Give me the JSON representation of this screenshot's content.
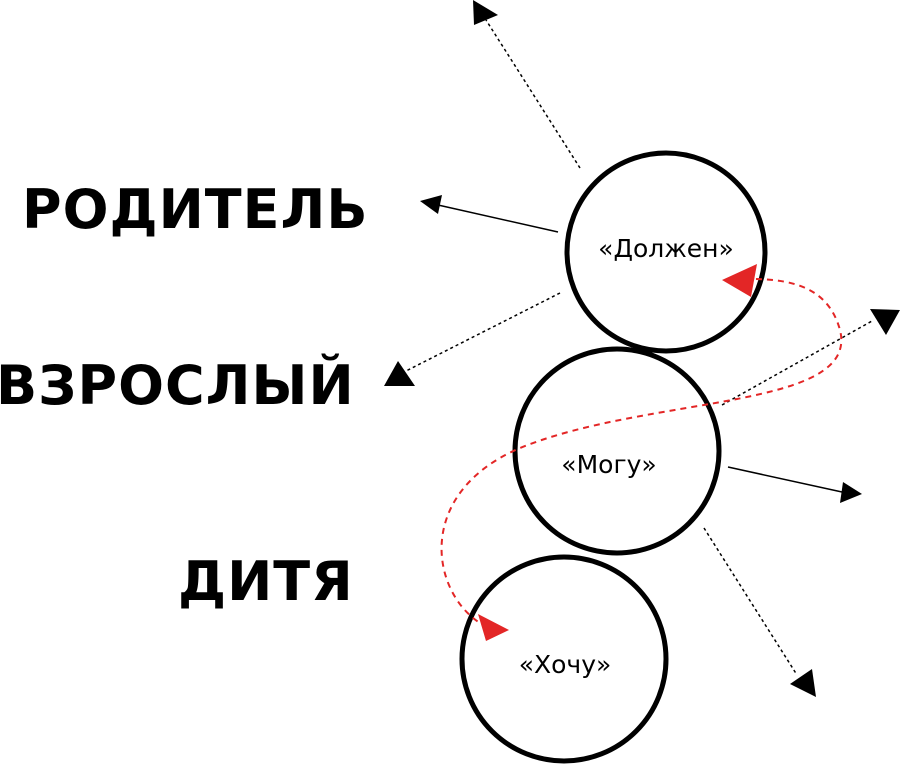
{
  "roles": {
    "parent": "РОДИТЕЛЬ",
    "adult": "ВЗРОСЛЫЙ",
    "child": "ДИТЯ"
  },
  "states": {
    "must": "«Должен»",
    "can": "«Могу»",
    "want": "«Хочу»"
  },
  "colors": {
    "circle_stroke": "#000000",
    "arrow_black": "#000000",
    "arrow_red": "#e32626",
    "background": "#ffffff"
  }
}
